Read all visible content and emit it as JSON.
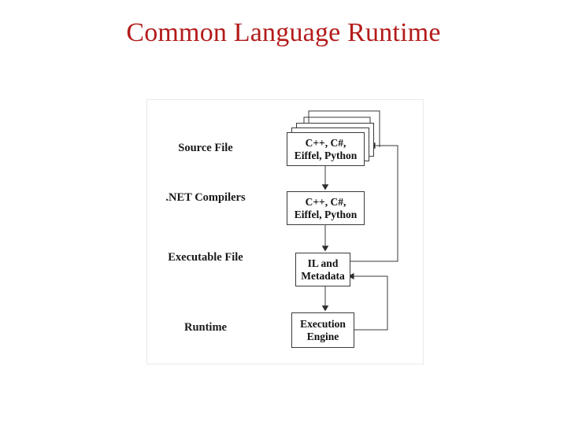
{
  "slide": {
    "title": "Common Language Runtime",
    "title_color": "#b31b1b",
    "background_color": "#ffffff"
  },
  "diagram": {
    "type": "flowchart",
    "frame_border_color": "#e9e9ec",
    "box_border_color": "#3a3a3a",
    "connector_color": "#3a3a3a",
    "stage_labels": [
      {
        "id": "source-file",
        "text": "Source File"
      },
      {
        "id": "net-compilers",
        "line_a": ".NET",
        "line_b": "Compilers"
      },
      {
        "id": "executable-file",
        "line_a": "Executable",
        "line_b": "File"
      },
      {
        "id": "runtime",
        "text": "Runtime"
      }
    ],
    "nodes": [
      {
        "id": "source-box",
        "line_a": "C++, C#,",
        "line_b": "Eiffel, Python",
        "stacked": true,
        "stack_count": 3
      },
      {
        "id": "compiler-box",
        "line_a": "C++, C#,",
        "line_b": "Eiffel, Python",
        "stacked": false,
        "stack_count": 1
      },
      {
        "id": "il-box",
        "line_a": "IL and",
        "line_b": "Metadata",
        "stacked": false,
        "stack_count": 1
      },
      {
        "id": "engine-box",
        "line_a": "Execution",
        "line_b": "Engine",
        "stacked": false,
        "stack_count": 1
      }
    ],
    "connectors": [
      {
        "id": "source-to-compiler",
        "from": "source-box",
        "to": "compiler-box",
        "arrow": true,
        "shape": "vertical"
      },
      {
        "id": "compiler-to-il",
        "from": "compiler-box",
        "to": "il-box",
        "arrow": true,
        "shape": "vertical"
      },
      {
        "id": "il-to-engine",
        "from": "il-box",
        "to": "engine-box",
        "arrow": true,
        "shape": "vertical"
      },
      {
        "id": "il-feedback-to-source",
        "from": "il-box",
        "to": "source-box",
        "arrow": true,
        "shape": "right-loop-up"
      },
      {
        "id": "engine-feedback-to-il",
        "from": "engine-box",
        "to": "il-box",
        "arrow": true,
        "shape": "right-loop-up"
      },
      {
        "id": "stack-loop-outer",
        "from": "source-box",
        "to": "source-box",
        "arrow": false,
        "shape": "top-loop"
      },
      {
        "id": "stack-loop-inner",
        "from": "source-box",
        "to": "source-box",
        "arrow": false,
        "shape": "top-loop"
      }
    ]
  }
}
